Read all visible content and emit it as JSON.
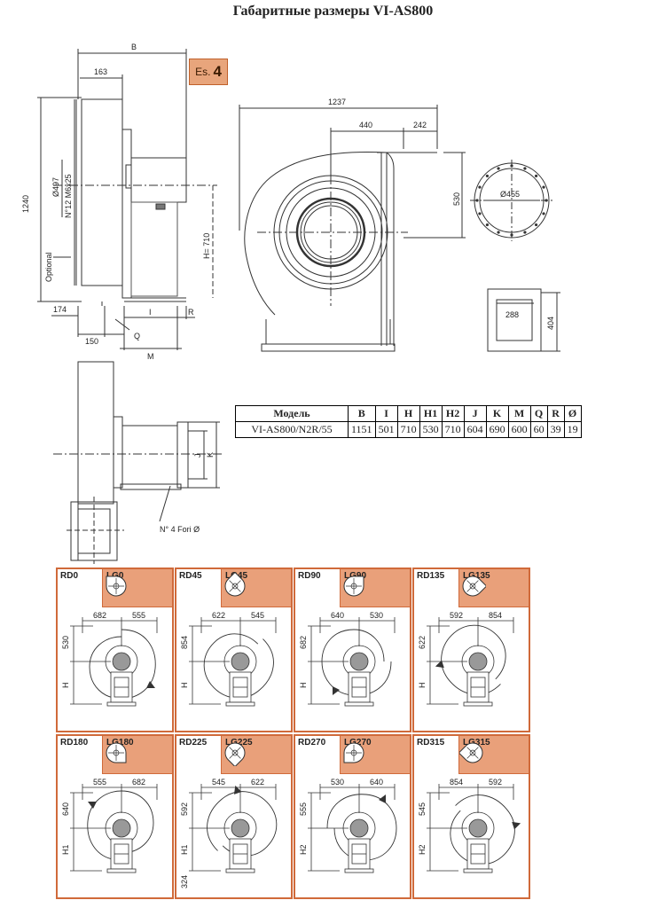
{
  "title": "Габаритные размеры VI-AS800",
  "edition": {
    "prefix": "Es.",
    "number": "4"
  },
  "side_view": {
    "dims": {
      "B": "B",
      "d163": "163",
      "d1240": "1240",
      "d497": "Ø497",
      "holes": "N°12 M6x25",
      "optional": "Optional",
      "h710": "H= 710",
      "d174": "174",
      "d150": "150",
      "I": "I",
      "R": "R",
      "Q": "Q",
      "M": "M"
    }
  },
  "front_view": {
    "dims": {
      "d1237": "1237",
      "d440": "440",
      "d242": "242",
      "d530": "530"
    }
  },
  "outlet_view": {
    "dims": {
      "d455": "Ø455"
    }
  },
  "flange_view": {
    "dims": {
      "d288": "288",
      "d404": "404"
    }
  },
  "base_view": {
    "dims": {
      "J": "J",
      "K": "K",
      "fori": "N° 4 Fori Ø"
    }
  },
  "spec_table": {
    "headers": [
      "Модель",
      "B",
      "I",
      "H",
      "H1",
      "H2",
      "J",
      "K",
      "M",
      "Q",
      "R",
      "Ø"
    ],
    "row": [
      "VI-AS800/N2R/55",
      "1151",
      "501",
      "710",
      "530",
      "710",
      "604",
      "690",
      "600",
      "60",
      "39",
      "19"
    ]
  },
  "orientations": [
    {
      "rd": "RD0",
      "lg": "LG0",
      "w1": "682",
      "w2": "555",
      "v1": "530",
      "v2": "H"
    },
    {
      "rd": "RD45",
      "lg": "LG45",
      "w1": "622",
      "w2": "545",
      "v1": "854",
      "v2": "H"
    },
    {
      "rd": "RD90",
      "lg": "LG90",
      "w1": "640",
      "w2": "530",
      "v1": "682",
      "v2": "H"
    },
    {
      "rd": "RD135",
      "lg": "LG135",
      "w1": "592",
      "w2": "854",
      "v1": "622",
      "v2": "H"
    },
    {
      "rd": "RD180",
      "lg": "LG180",
      "w1": "555",
      "w2": "682",
      "v1": "640",
      "v2": "H1"
    },
    {
      "rd": "RD225",
      "lg": "LG225",
      "w1": "545",
      "w2": "622",
      "v1": "592",
      "v2": "H1",
      "v3": "324"
    },
    {
      "rd": "RD270",
      "lg": "LG270",
      "w1": "530",
      "w2": "640",
      "v1": "555",
      "v2": "H2"
    },
    {
      "rd": "RD315",
      "lg": "LG315",
      "w1": "854",
      "w2": "592",
      "v1": "545",
      "v2": "H2"
    }
  ],
  "colors": {
    "accent": "#e9a07a",
    "border": "#d06a3a",
    "line": "#333333"
  }
}
